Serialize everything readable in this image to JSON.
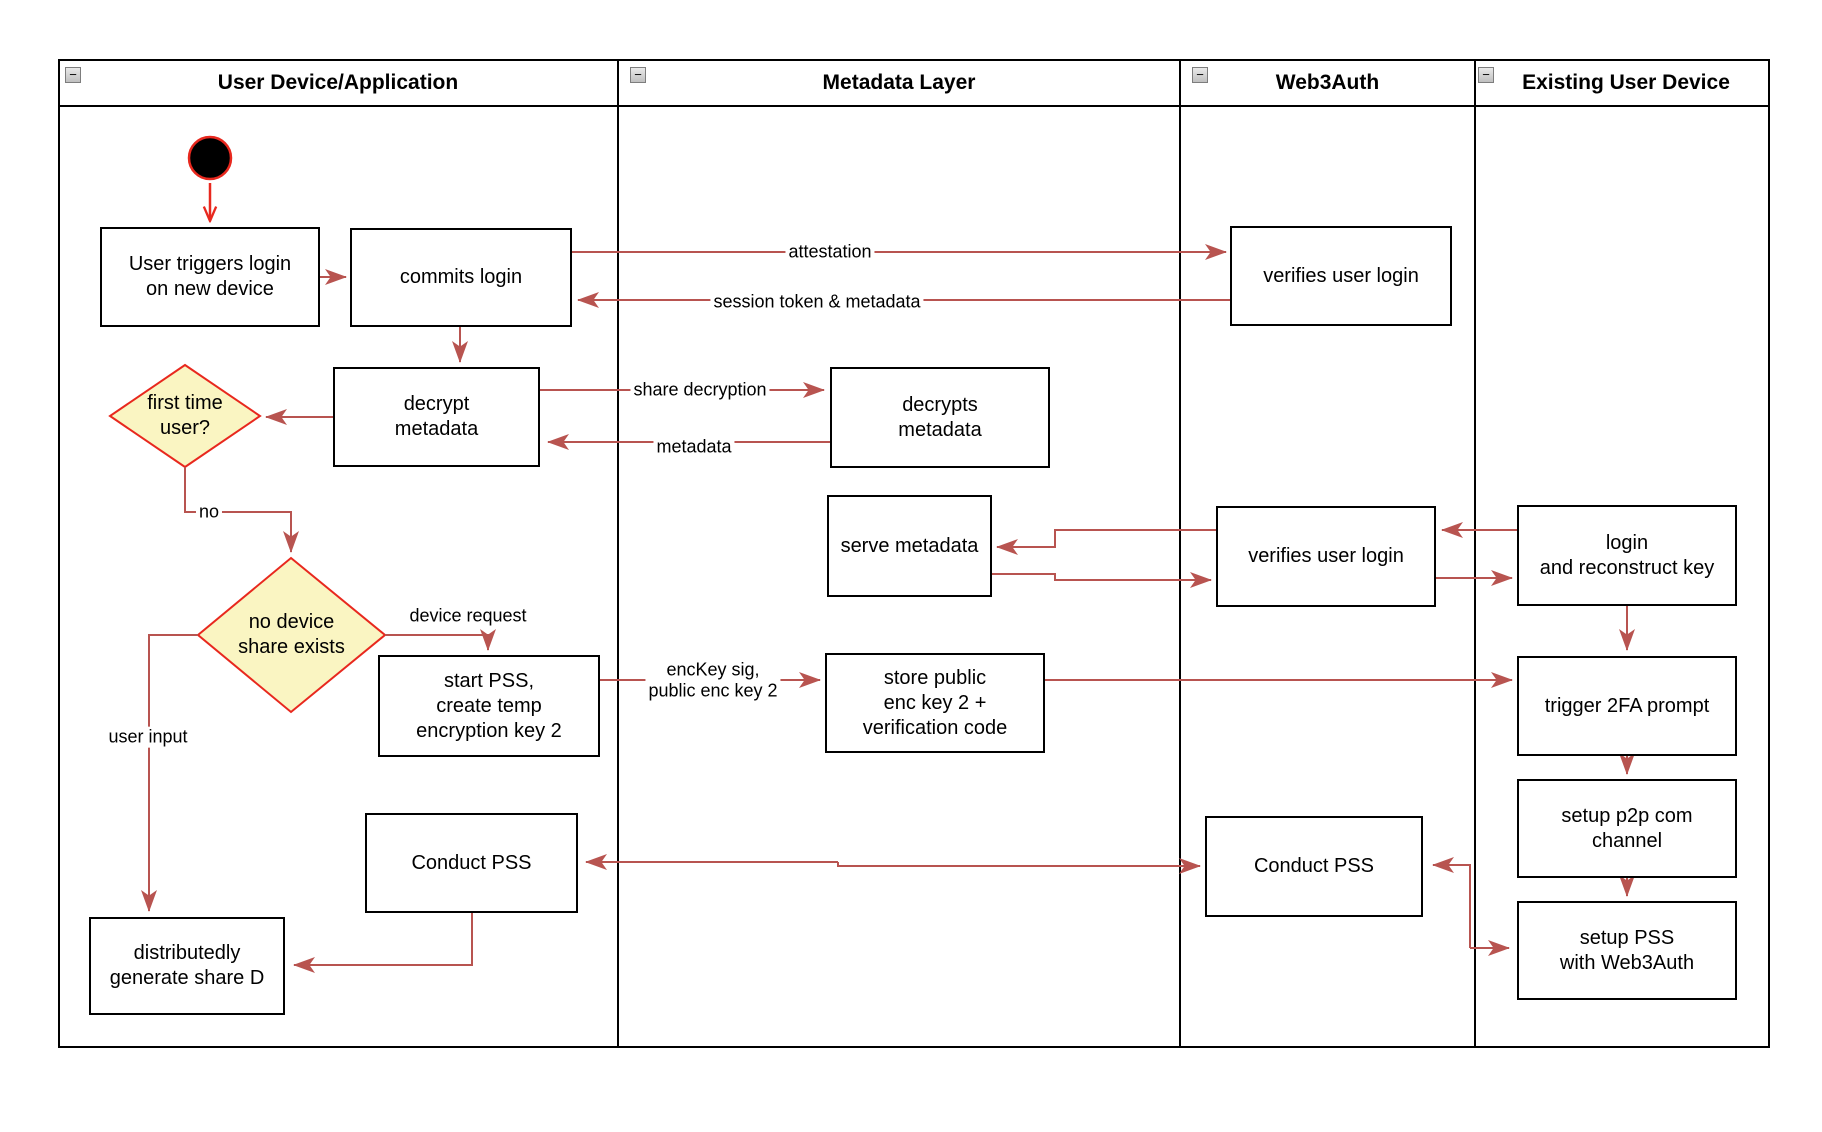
{
  "lanes": [
    {
      "title": "User Device/Application"
    },
    {
      "title": "Metadata Layer"
    },
    {
      "title": "Web3Auth"
    },
    {
      "title": "Existing User Device"
    }
  ],
  "collapse_glyph": "−",
  "nodes": {
    "user_triggers": "User triggers login\non new device",
    "commits_login": "commits login",
    "decrypt_metadata": "decrypt\nmetadata",
    "first_time_user": "first time\nuser?",
    "no_device_share": "no device\nshare exists",
    "start_pss": "start PSS,\ncreate temp\nencryption key 2",
    "conduct_pss_user": "Conduct PSS",
    "dist_generate": "distributedly\ngenerate share D",
    "decrypts_metadata": "decrypts\nmetadata",
    "serve_metadata": "serve metadata",
    "store_public": "store public\nenc key 2 +\nverification code",
    "verifies_login_top": "verifies user login",
    "verifies_login_mid": "verifies user login",
    "conduct_pss_web3": "Conduct PSS",
    "login_reconstruct": "login\nand reconstruct key",
    "trigger_2fa": "trigger 2FA prompt",
    "setup_p2p": "setup p2p com\nchannel",
    "setup_pss": "setup PSS\nwith Web3Auth"
  },
  "edge_labels": {
    "attestation": "attestation",
    "session_token": "session token & metadata",
    "share_decryption": "share decryption",
    "metadata": "metadata",
    "no": "no",
    "device_request": "device request",
    "user_input": "user input",
    "enckey": "encKey sig,\npublic enc key 2"
  },
  "colors": {
    "connector": "#B85450",
    "start_accent": "#E8281E",
    "decision_fill": "#FAF5C2",
    "decision_stroke": "#E8281E"
  }
}
